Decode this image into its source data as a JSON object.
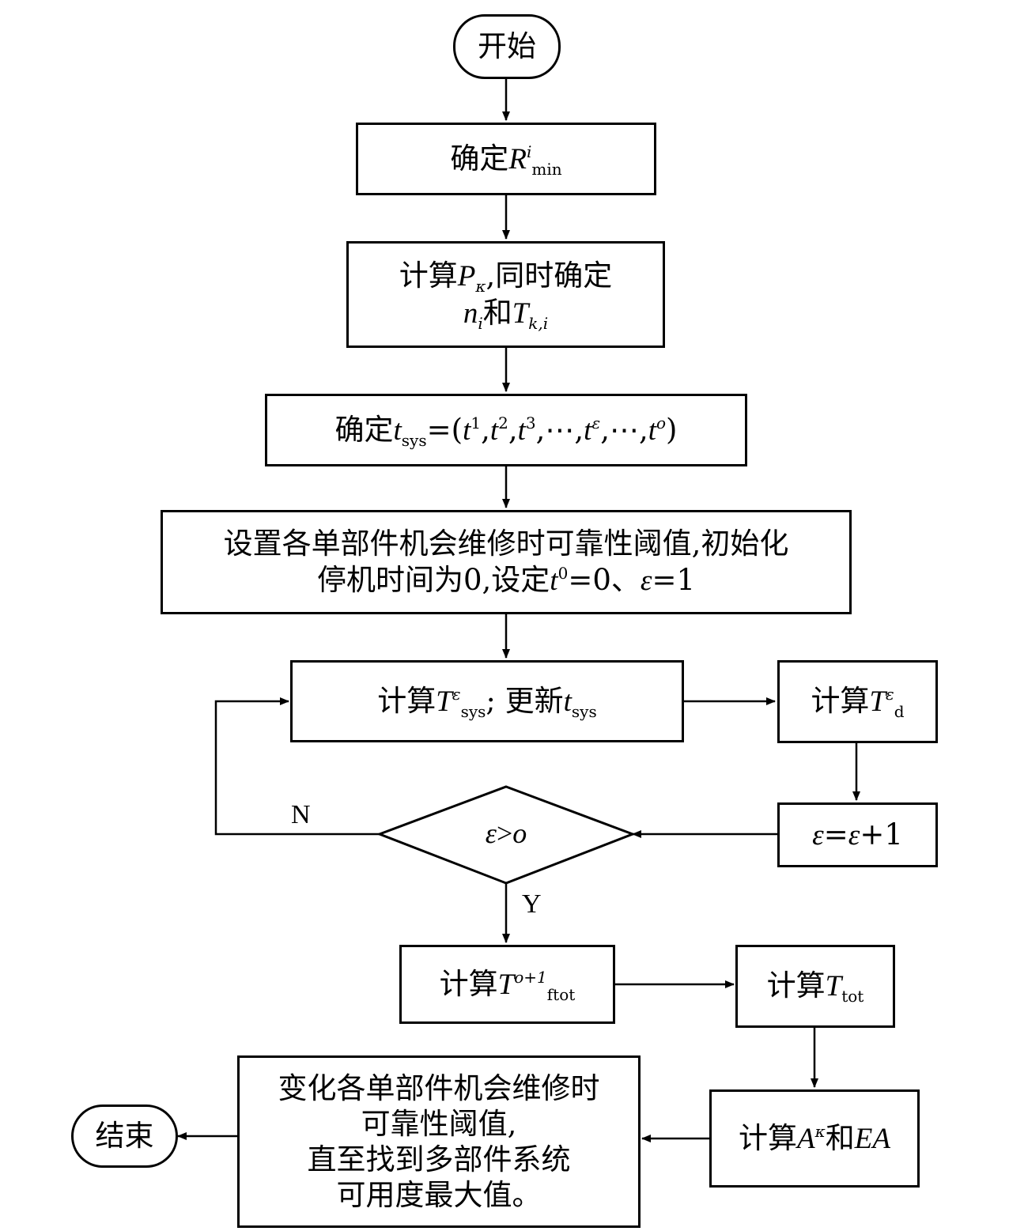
{
  "nodes": {
    "start": "开始",
    "step1": {
      "text": "确定",
      "var": "R",
      "sup": "i",
      "sub": "min"
    },
    "step2": {
      "line1_a": "计算",
      "var_p": "P",
      "sub_p": "κ",
      "line1_b": ",同时确定",
      "var_n": "n",
      "sub_n": "i",
      "and": "和",
      "var_t": "T",
      "sub_t": "k,i"
    },
    "step3": {
      "text": "确定",
      "var": "t",
      "sub": "sys",
      "eq": "=(",
      "tail_open": "t",
      "s1": "1",
      "comma": ",",
      "s2": "2",
      "s3": "3",
      "dots": ",⋯,",
      "se": "ε",
      "so": "o",
      "close": ")"
    },
    "step4": {
      "line1": "设置各单部件机会维修时可靠性阈值,初始化",
      "line2_a": "停机时间为0,设定",
      "var_t": "t",
      "sup0": "0",
      "line2_b": "=0、",
      "eps": "ε",
      "line2_c": "=1"
    },
    "step5": {
      "a": "计算",
      "var": "T",
      "sup": "ε",
      "sub": "sys",
      "b": "; 更新",
      "var2": "t",
      "sub2": "sys"
    },
    "step6": {
      "a": "计算",
      "var": "T",
      "sup": "ε",
      "sub": "d"
    },
    "step7": {
      "eps1": "ε",
      "eq": "=",
      "eps2": "ε",
      "plus": "+1"
    },
    "decision": {
      "eps": "ε",
      "gt": ">",
      "o": "o"
    },
    "step8": {
      "a": "计算",
      "var": "T",
      "sup": "o+1",
      "sub": "ftot"
    },
    "step9": {
      "a": "计算",
      "var": "T",
      "sub": "tot"
    },
    "step10": {
      "a": "计算",
      "var": "A",
      "sup": "κ",
      "b": "和",
      "var2": "EA"
    },
    "step11": {
      "line1": "变化各单部件机会维修时",
      "line2": "可靠性阈值,",
      "line3": "直至找到多部件系统",
      "line4": "可用度最大值。"
    },
    "end": "结束"
  },
  "edge_labels": {
    "no": "N",
    "yes": "Y"
  }
}
